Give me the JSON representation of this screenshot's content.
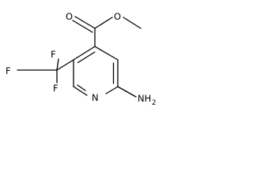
{
  "molecule": {
    "atoms": {
      "carbonyl_oxygen": "O",
      "ester_oxygen": "O",
      "ring_nitrogen": "N",
      "fluorine_top": "F",
      "fluorine_left": "F",
      "fluorine_bottom": "F",
      "amino_group": "NH",
      "amino_subscript": "2"
    }
  }
}
